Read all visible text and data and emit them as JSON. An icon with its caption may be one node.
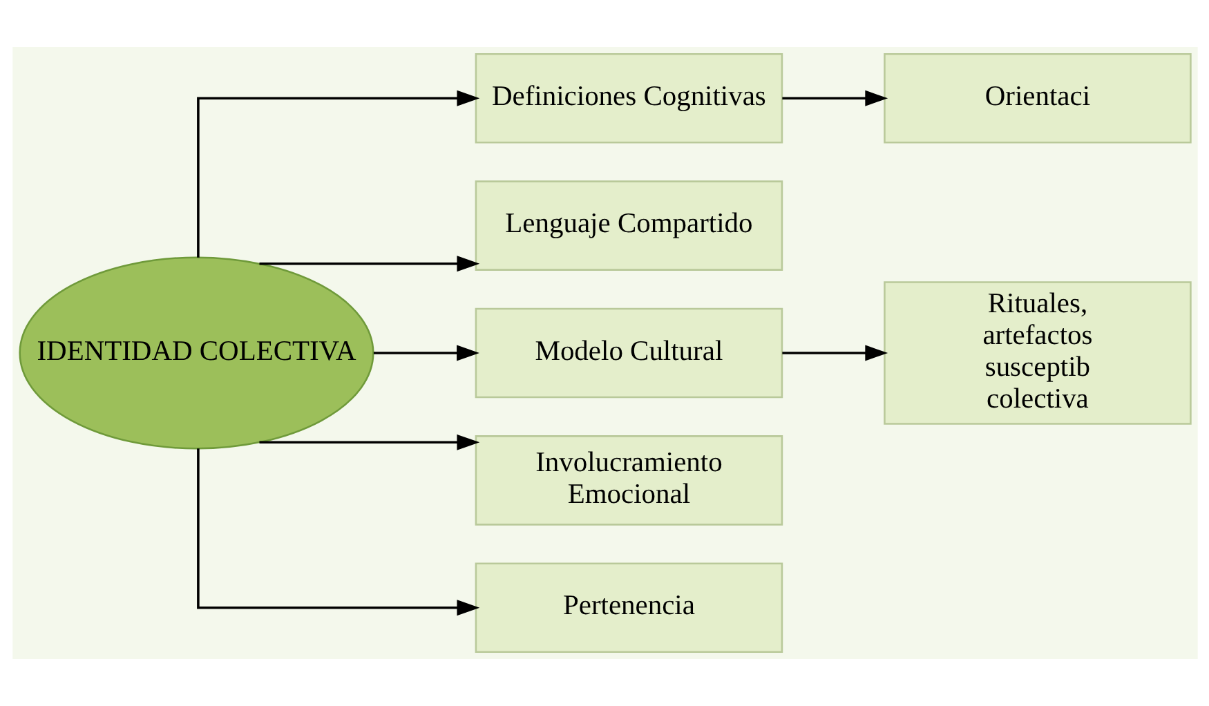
{
  "diagram": {
    "nodes": [
      {
        "text": [
          "IDENTIDAD COLECTIVA"
        ]
      },
      {
        "text": [
          "Definiciones Cognitivas"
        ]
      },
      {
        "text": [
          "Lenguaje Compartido"
        ]
      },
      {
        "text": [
          "Modelo Cultural"
        ]
      },
      {
        "text": [
          "Involucramiento Emocional"
        ]
      },
      {
        "text": [
          "Pertenencia"
        ]
      },
      {
        "text": [
          "Orientaci"
        ]
      },
      {
        "text": [
          "Rituales, artefactos susceptib colectiva"
        ]
      }
    ],
    "edges": [
      {
        "from": 0,
        "to": 1,
        "arrow": "to"
      },
      {
        "from": 0,
        "to": 2,
        "arrow": "to"
      },
      {
        "from": 0,
        "to": 3,
        "arrow": "to"
      },
      {
        "from": 0,
        "to": 4,
        "arrow": "to"
      },
      {
        "from": 0,
        "to": 5,
        "arrow": "to"
      },
      {
        "from": 1,
        "to": 6,
        "arrow": "to"
      },
      {
        "from": 3,
        "to": 7,
        "arrow": "to"
      }
    ]
  }
}
